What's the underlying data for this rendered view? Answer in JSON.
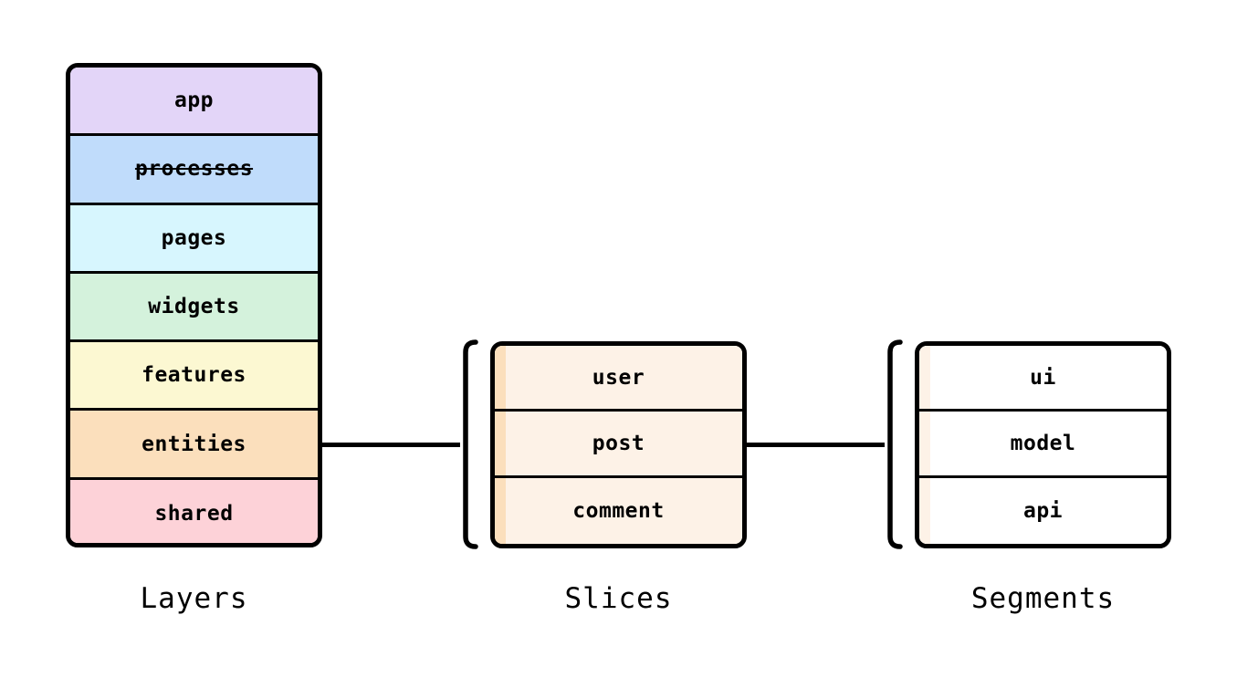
{
  "diagram": {
    "title_present": false,
    "background_color": "#ffffff",
    "stroke_color": "#000000"
  },
  "groups": {
    "layers": {
      "caption": "Layers",
      "rows": [
        {
          "label": "app",
          "color": "#e3d5f8",
          "struck": false
        },
        {
          "label": "processes",
          "color": "#c0dcfb",
          "struck": true
        },
        {
          "label": "pages",
          "color": "#d7f6fe",
          "struck": false
        },
        {
          "label": "widgets",
          "color": "#d4f2dc",
          "struck": false
        },
        {
          "label": "features",
          "color": "#fcf8d2",
          "struck": false
        },
        {
          "label": "entities",
          "color": "#fbdfbc",
          "struck": false
        },
        {
          "label": "shared",
          "color": "#fdd2d8",
          "struck": false
        }
      ]
    },
    "slices": {
      "caption": "Slices",
      "fill_color": "#fdf2e7",
      "stripe_color": "#fbdfbc",
      "rows": [
        {
          "label": "user"
        },
        {
          "label": "post"
        },
        {
          "label": "comment"
        }
      ]
    },
    "segments": {
      "caption": "Segments",
      "fill_color": "#ffffff",
      "stripe_color": "#fdf2e7",
      "rows": [
        {
          "label": "ui"
        },
        {
          "label": "model"
        },
        {
          "label": "api"
        }
      ]
    }
  },
  "connectors": [
    {
      "name": "layers-to-slices"
    },
    {
      "name": "slices-to-segments"
    }
  ]
}
